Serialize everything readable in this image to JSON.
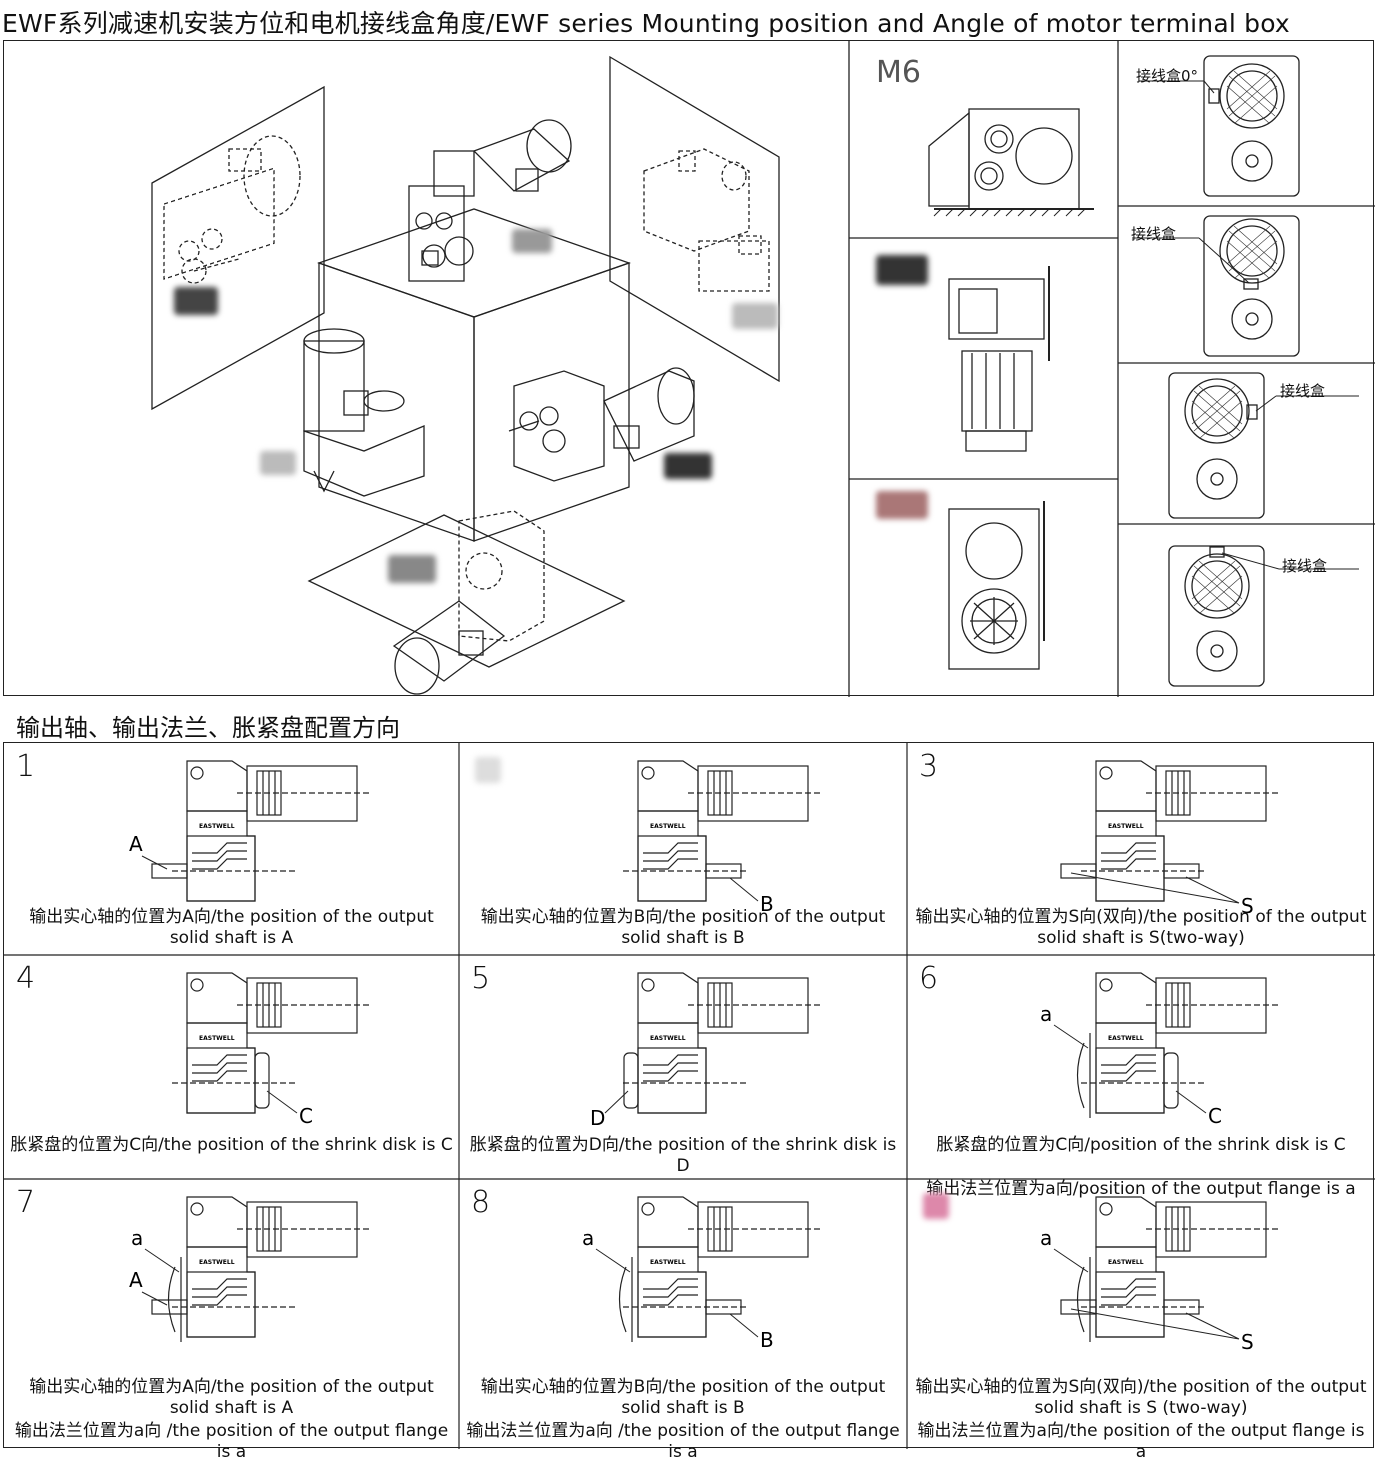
{
  "title": "EWF系列减速机安装方位和电机接线盒角度/EWF series Mounting  position and Angle of motor terminal box",
  "section2_title": "输出轴、输出法兰、胀紧盘配置方向",
  "mounting": {
    "m6_label": "M6",
    "terminal_box_labels": [
      "接线盒0°",
      "接线盒",
      "接线盒",
      "接线盒"
    ]
  },
  "cells": [
    {
      "num": "1",
      "letter": "A",
      "captions": [
        "输出实心轴的位置为A向/the position of the output solid shaft is A"
      ]
    },
    {
      "num": "",
      "letter": "B",
      "captions": [
        "输出实心轴的位置为B向/the position of the output solid shaft is B"
      ]
    },
    {
      "num": "3",
      "letter": "S",
      "captions": [
        "输出实心轴的位置为S向(双向)/the position of the output solid shaft is S(two-way)"
      ]
    },
    {
      "num": "4",
      "letter": "C",
      "captions": [
        "胀紧盘的位置为C向/the position of the shrink disk is C"
      ]
    },
    {
      "num": "5",
      "letter": "D",
      "captions": [
        "胀紧盘的位置为D向/the position of the shrink disk is D"
      ]
    },
    {
      "num": "6",
      "letter": "C",
      "letter2": "a",
      "captions": [
        "胀紧盘的位置为C向/position of the shrink disk is C",
        "输出法兰位置为a向/position of the output flange is a"
      ]
    },
    {
      "num": "7",
      "letter": "A",
      "letter2": "a",
      "captions": [
        "输出实心轴的位置为A向/the position of the output solid shaft is A",
        "输出法兰位置为a向    /the position of the output flange is a"
      ]
    },
    {
      "num": "8",
      "letter": "B",
      "letter2": "a",
      "captions": [
        "输出实心轴的位置为B向/the position of the output solid shaft is B",
        "输出法兰位置为a向    /the position of the output flange is a"
      ]
    },
    {
      "num": "",
      "letter": "S",
      "letter2": "a",
      "captions": [
        "输出实心轴的位置为S向(双向)/the position of the output solid shaft is S  (two-way)",
        "输出法兰位置为a向/the position of the output flange is a"
      ]
    }
  ],
  "brand_small": "EASTWELL"
}
